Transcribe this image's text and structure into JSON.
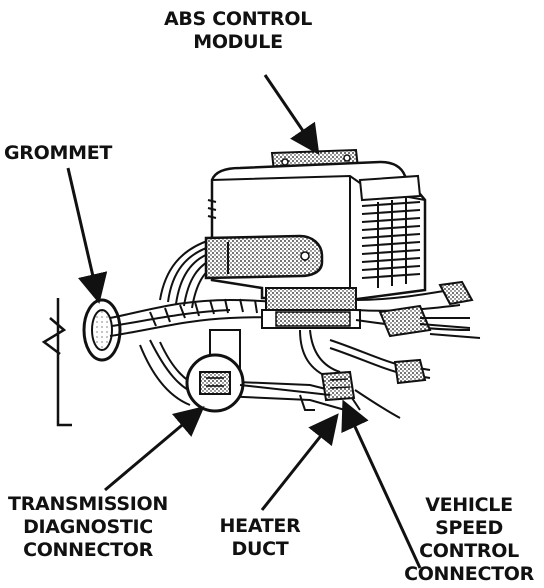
{
  "labels": {
    "abs_control_module": [
      "ABS CONTROL",
      "MODULE"
    ],
    "grommet": [
      "GROMMET"
    ],
    "transmission_diagnostic_connector": [
      "TRANSMISSION",
      "DIAGNOSTIC",
      "CONNECTOR"
    ],
    "heater_duct": [
      "HEATER",
      "DUCT"
    ],
    "vehicle_speed_control_connector": [
      "VEHICLE",
      "SPEED",
      "CONTROL",
      "CONNECTOR"
    ]
  },
  "colors": {
    "ink": "#111111",
    "paper": "#ffffff",
    "shade": "#bdbdbd"
  }
}
